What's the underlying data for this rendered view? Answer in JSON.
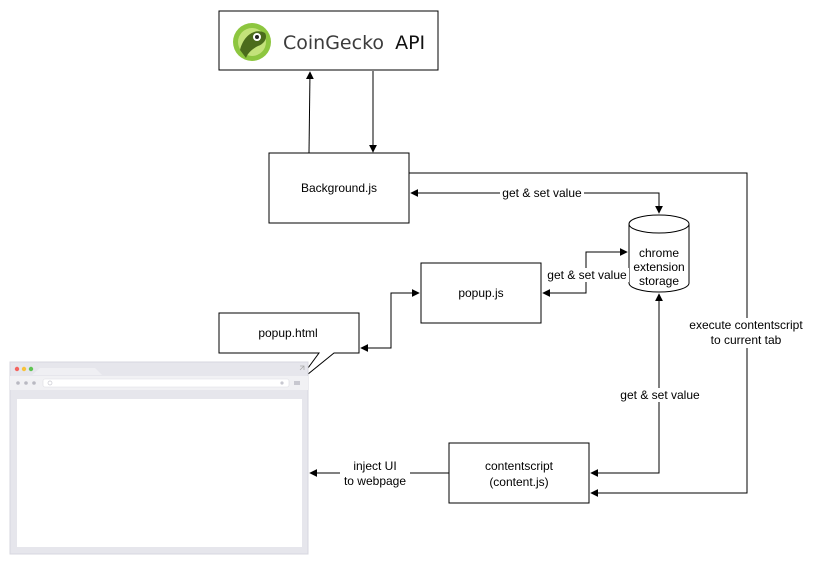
{
  "nodes": {
    "coingecko": {
      "brand": "CoinGecko",
      "suffix": "API"
    },
    "background": {
      "label": "Background.js"
    },
    "popup_js": {
      "label": "popup.js"
    },
    "popup_html": {
      "label": "popup.html"
    },
    "storage": {
      "lines": [
        "chrome",
        "extension",
        "storage"
      ]
    },
    "contentscript": {
      "lines": [
        "contentscript",
        "(content.js)"
      ]
    }
  },
  "edges": {
    "background_storage": "get & set value",
    "popup_storage": "get & set value",
    "content_storage": "get & set value",
    "background_content": [
      "execute contentscript",
      "to current tab"
    ],
    "inject_ui": [
      "inject UI",
      "to webpage"
    ]
  },
  "colors": {
    "stroke": "#000000",
    "gecko_green": "#8dc63f",
    "gecko_dark": "#4b6c1c",
    "browser_frame": "#e6e6ec",
    "browser_bar": "#d7d7df",
    "dot_red": "#f4645f",
    "dot_yellow": "#f8c33a",
    "dot_green": "#5fc453"
  }
}
